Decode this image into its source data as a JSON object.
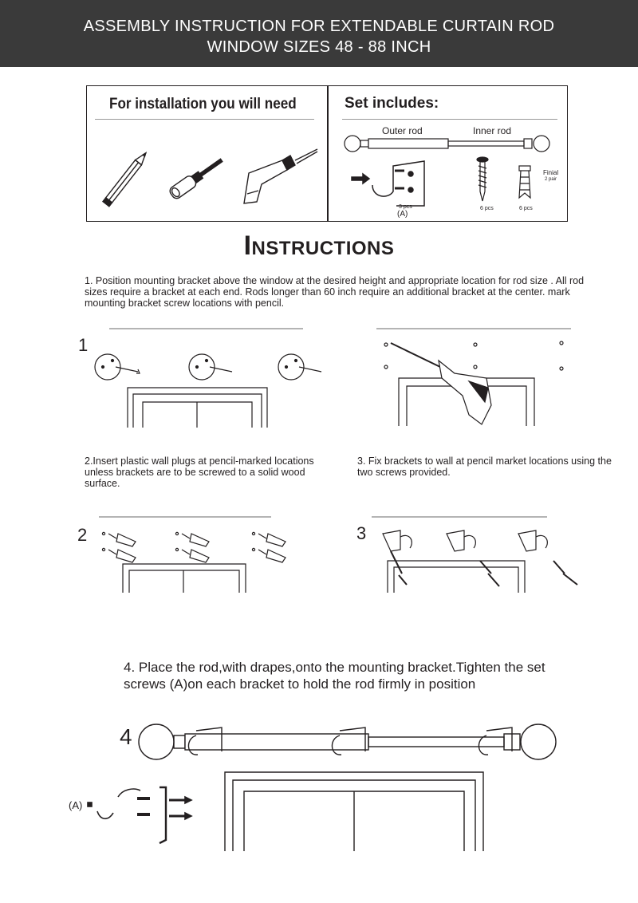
{
  "header": {
    "line1": "ASSEMBLY INSTRUCTION FOR EXTENDABLE  CURTAIN ROD",
    "line2": "WINDOW SIZES 48 - 88 INCH"
  },
  "requirements": {
    "need_title": "For installation you will need",
    "tools": [
      "pencil-icon",
      "screwdriver-icon",
      "drill-icon"
    ]
  },
  "set_includes": {
    "title": "Set includes:",
    "outer_rod": "Outer rod",
    "inner_rod": "Inner rod",
    "finial": "Finial",
    "finial_qty": "2 pair",
    "bracket_qty": "3 pcs",
    "bracket_ref": "(A)",
    "screws_qty": "6 pcs",
    "plugs_qty": "6 pcs"
  },
  "instructions": {
    "title": "Instructions",
    "step1_text": "1. Position mounting bracket above the window at the desired height and appropriate location for rod size . All rod sizes require a bracket at each end. Rods longer than 60 inch require an additional bracket at the  center. mark mounting bracket screw locations with pencil.",
    "step2_text": "2.Insert plastic wall plugs at pencil-marked locations  unless brackets are to be screwed to a solid wood surface.",
    "step3_text": "3. Fix brackets to wall at pencil market locations using the two screws provided.",
    "step4_text": "4. Place the rod,with drapes,onto the mounting bracket.Tighten the set screws (A)on each bracket to hold the rod firmly in position",
    "labels": {
      "s1": "1",
      "s2": "2",
      "s3": "3",
      "s4": "4",
      "a": "(A)"
    }
  },
  "colors": {
    "header_bg": "#3a3a3a",
    "ink": "#231f20"
  }
}
